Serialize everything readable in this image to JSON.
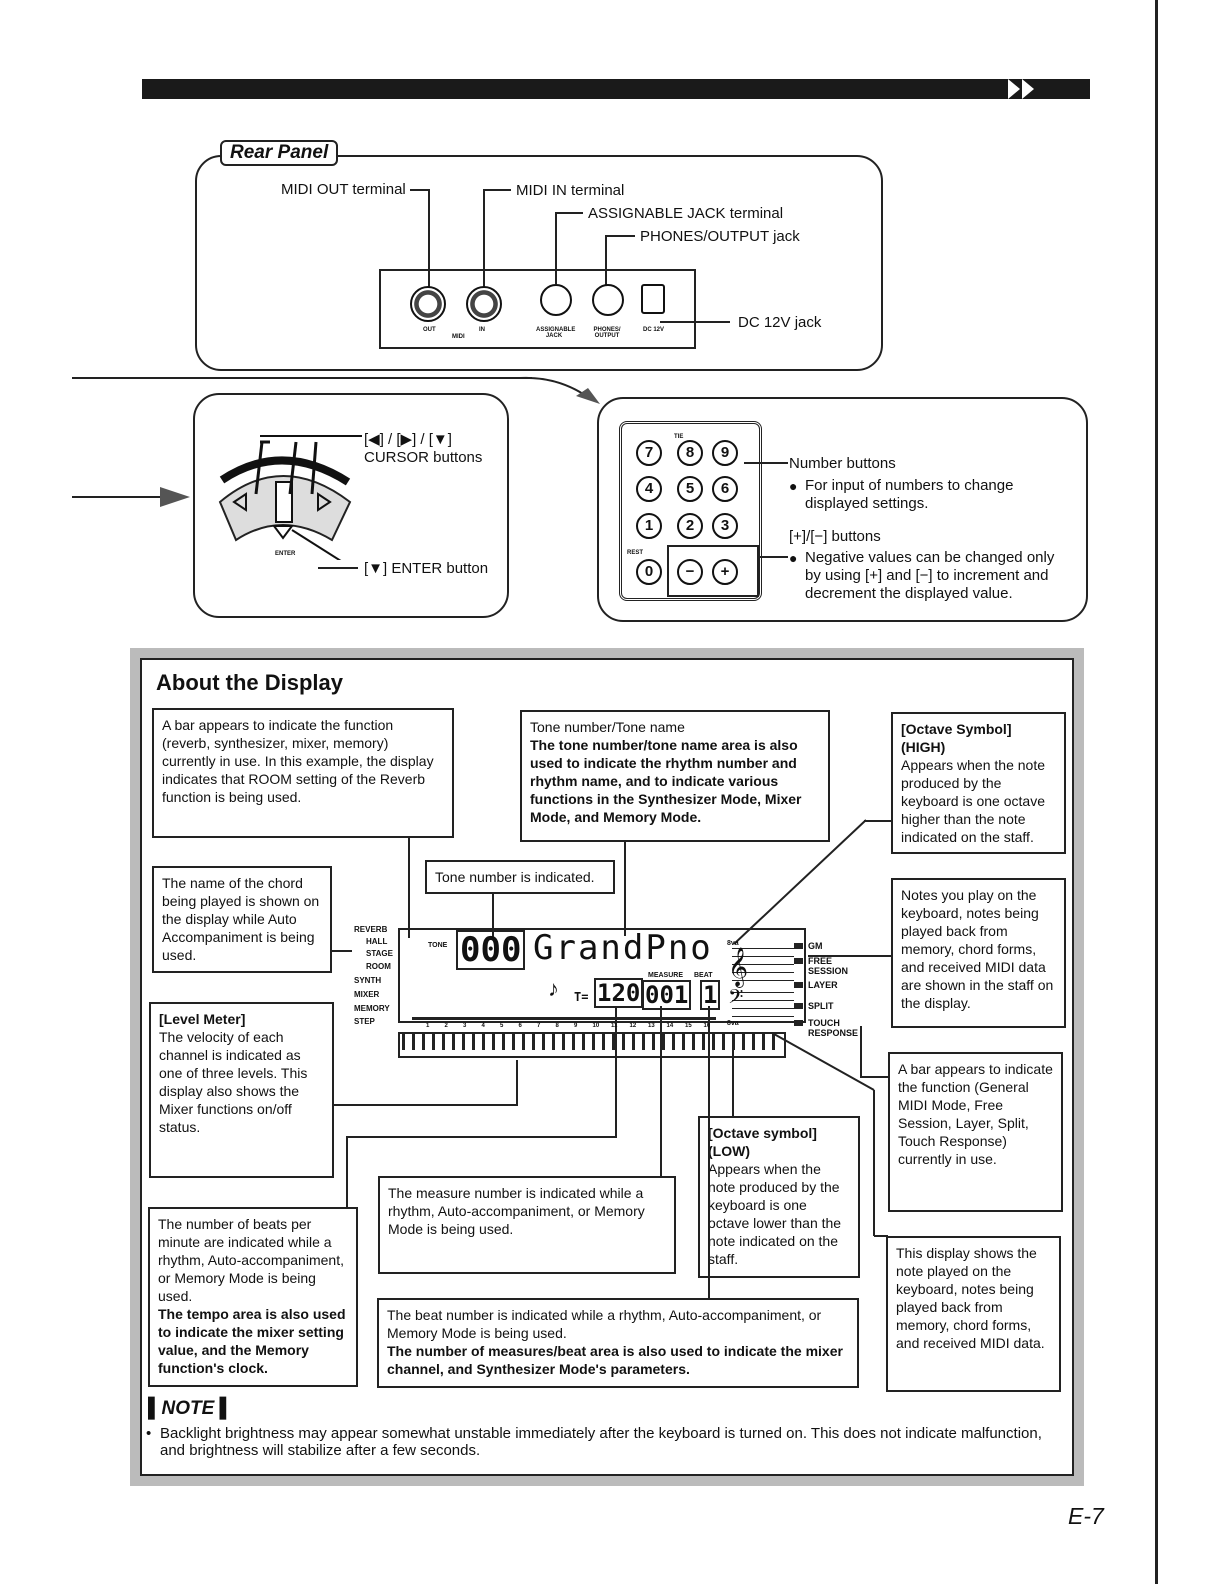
{
  "rear_panel": {
    "title": "Rear Panel",
    "midi_out": "MIDI OUT terminal",
    "midi_in": "MIDI IN terminal",
    "assignable": "ASSIGNABLE JACK terminal",
    "phones": "PHONES/OUTPUT jack",
    "dc": "DC 12V jack",
    "jack_labels": {
      "out": "OUT",
      "in": "IN",
      "midi": "MIDI",
      "assign": "ASSIGNABLE JACK",
      "phones": "PHONES/ OUTPUT",
      "dc": "DC 12V"
    }
  },
  "cursor_panel": {
    "cursor_label_1": "[◀] / [▶] / [▼]",
    "cursor_label_2": "CURSOR buttons",
    "enter_label": "[▼] ENTER button",
    "enter_small": "ENTER"
  },
  "number_panel": {
    "keys": [
      "7",
      "8",
      "9",
      "4",
      "5",
      "6",
      "1",
      "2",
      "3",
      "0",
      "−",
      "+"
    ],
    "tie": "TIE",
    "rest": "REST",
    "number_buttons": "Number buttons",
    "number_desc_1": "For input of numbers to change",
    "number_desc_2": "displayed settings.",
    "plusminus": "[+]/[−] buttons",
    "pm_desc_1": "Negative values can be changed only",
    "pm_desc_2": "by using [+] and [−] to increment and",
    "pm_desc_3": "decrement the displayed value."
  },
  "display": {
    "heading": "About the Display",
    "bar_func": "A bar appears to indicate the function (reverb, synthesizer, mixer, memory) currently in use. In this example, the display indicates that ROOM setting of the Reverb function is being used.",
    "tone_title": "Tone number/Tone name",
    "tone_bold": "The tone number/tone name area is also used to indicate the rhythm number and rhythm name, and to indicate various functions in the Synthesizer Mode, Mixer Mode, and Memory Mode.",
    "oct_high_title": "[Octave Symbol]",
    "oct_high_sub": "(HIGH)",
    "oct_high_text": "Appears when the note produced by the keyboard is one octave higher than the note indicated on the staff.",
    "chord": "The name of the chord being played is shown on the display while Auto Accompaniment is being used.",
    "tone_number": "Tone number is indicated.",
    "notes": "Notes you play on the keyboard, notes being played back from memory, chord forms, and received MIDI data are shown in the staff on the display.",
    "level_title": "[Level Meter]",
    "level_text": "The velocity of each channel is indicated as one of three levels. This display also shows the Mixer functions on/off status.",
    "bar_gm": "A bar appears to indicate the function (General MIDI Mode, Free Session, Layer, Split, Touch Response) currently in use.",
    "oct_low_title": "[Octave symbol]",
    "oct_low_sub": "(LOW)",
    "oct_low_text": "Appears when the note produced by the keyboard is one octave lower than the note indicated on the staff.",
    "measure": "The measure number is indicated while a rhythm, Auto-accompaniment, or Memory Mode is being used.",
    "tempo": "The number of beats per minute are indicated while a rhythm, Auto-accompaniment, or Memory Mode is being used.",
    "tempo_bold": "The tempo area is also used to indicate the mixer setting value, and the Memory function's clock.",
    "beat": "The beat number is indicated while a rhythm, Auto-accompaniment, or Memory Mode is being used.",
    "beat_bold": "The number of measures/beat area is also used to indicate the mixer channel, and Synthesizer Mode's parameters.",
    "staff_note": "This display shows the note played on the keyboard, notes being played back from memory, chord forms, and received MIDI data."
  },
  "lcd": {
    "left_labels": [
      "REVERB",
      "HALL",
      "STAGE",
      "ROOM",
      "SYNTH",
      "MIXER",
      "MEMORY",
      "STEP"
    ],
    "tone_label": "TONE",
    "tone_num": "000",
    "tone_name": "GrandPno",
    "tempo_label": "T=",
    "tempo": "120",
    "measure_label": "MEASURE",
    "beat_label": "BEAT",
    "measure": "001",
    "beat": "1",
    "octave_high": "8va",
    "octave_low": "8va",
    "channels": [
      "1",
      "2",
      "3",
      "4",
      "5",
      "6",
      "7",
      "8",
      "9",
      "10",
      "11",
      "12",
      "13",
      "14",
      "15",
      "16"
    ],
    "right_labels": [
      "GM",
      "FREE SESSION",
      "LAYER",
      "SPLIT",
      "TOUCH RESPONSE"
    ]
  },
  "note": {
    "title": "NOTE",
    "text": "Backlight brightness may appear somewhat unstable immediately after the keyboard is turned on. This does not indicate malfunction, and brightness will stabilize after a few seconds."
  },
  "page_number": "E-7"
}
